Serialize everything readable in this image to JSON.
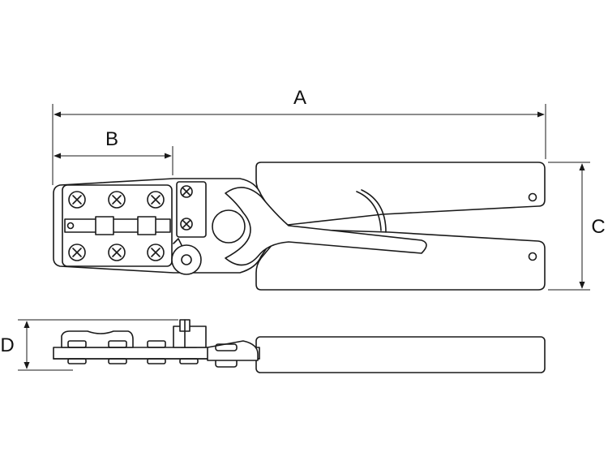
{
  "dimensions": {
    "a_label": "A",
    "b_label": "B",
    "c_label": "C",
    "d_label": "D"
  },
  "colors": {
    "line": "#1a1a1a",
    "background": "#ffffff"
  }
}
